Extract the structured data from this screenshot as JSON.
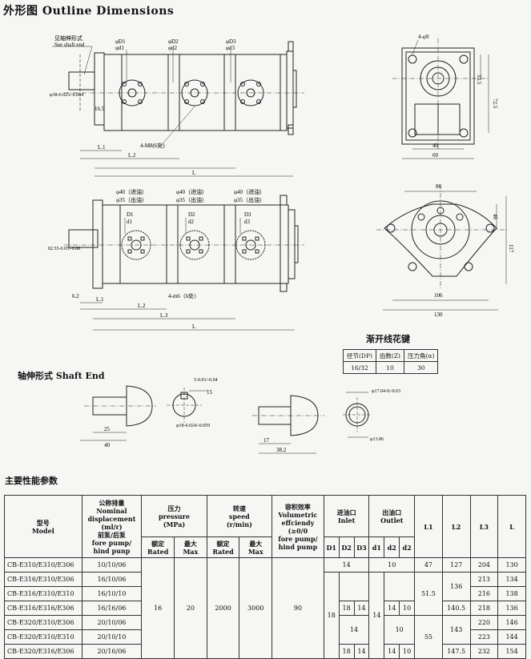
{
  "header": {
    "title": "外形图  Outline Dimensions"
  },
  "drawing1": {
    "see_shaft": [
      "见轴伸形式",
      "See shaft end"
    ],
    "phi_d": [
      "φD1",
      "φd1",
      "φD2",
      "φd2",
      "φD3",
      "φd3"
    ],
    "dims": [
      "φ38-0.025/-0.064",
      "16.5",
      "L1",
      "L2",
      "L",
      "4-M8(6处)"
    ],
    "l_labels": [
      "L.1",
      "L.2",
      "L"
    ]
  },
  "drawing2": {
    "phi": [
      "φ40（进油）",
      "φ35（出油）",
      "φ40（进油）",
      "φ35（出油）",
      "φ40（进油）",
      "φ35（出油）"
    ],
    "d_labels": [
      "D1",
      "d1",
      "D2",
      "d2",
      "D3",
      "d3"
    ],
    "dims": [
      "82.55-0.05/-0.08",
      "6.2",
      "L.1",
      "L.2",
      "L.3",
      "L",
      "4-m6（6处）"
    ]
  },
  "right_top": {
    "dims": [
      "4-φ9",
      "33.5",
      "72.5",
      "40",
      "60"
    ]
  },
  "right_mid": {
    "dims": [
      "86",
      "46",
      "117",
      "106",
      "130"
    ]
  },
  "spline": {
    "title": "渐开线花键",
    "headers": [
      "径节(DP)",
      "齿数(Z)",
      "压力角(α)"
    ],
    "values": [
      "16/32",
      "10",
      "30"
    ]
  },
  "shaft": {
    "title": "轴伸形式   Shaft End",
    "dims": [
      "25",
      "40",
      "5-0.01/-0.04",
      "15",
      "φ18-0.024/-0.059",
      "17",
      "38.2",
      "φ17.04-0/-0.03",
      "φ13.86"
    ]
  },
  "perf": {
    "title": "主要性能参数",
    "h_model": [
      "型号",
      "Model"
    ],
    "h_disp": [
      "公称排量",
      "Nominal",
      "displacement",
      "(ml/r)",
      "前泵/后泵",
      "fore pump/",
      "hind punp"
    ],
    "h_pressure": [
      "压力",
      "pressure",
      "(MPa)"
    ],
    "h_speed": [
      "转速",
      "speed",
      "(r/min)"
    ],
    "h_eff": [
      "容积效率",
      "Volumetric",
      "effciendy",
      "(≥0/0",
      "fore pump/",
      "hind pump"
    ],
    "h_inlet": [
      "进油口",
      "Inlet"
    ],
    "h_outlet": [
      "出油口",
      "Outlet"
    ],
    "h_rated": [
      "额定",
      "Rated"
    ],
    "h_max": [
      "最大",
      "Max"
    ],
    "sub_in": [
      "D1",
      "D2",
      "D3"
    ],
    "sub_out": [
      "d1",
      "d2",
      "d2"
    ],
    "h_L": [
      "L1",
      "L2",
      "L3",
      "L"
    ],
    "rows": [
      {
        "model": "CB-E310/E310/E306",
        "disp": "10/10/06",
        "L3": "204",
        "L": "130"
      },
      {
        "model": "CB-E316/E310/E306",
        "disp": "16/10/06",
        "L3": "213",
        "L": "134"
      },
      {
        "model": "CB-E316/E310/E310",
        "disp": "16/10/10",
        "L3": "216",
        "L": "138"
      },
      {
        "model": "CB-E316/E316/E306",
        "disp": "16/16/06",
        "L3": "218",
        "L": "136"
      },
      {
        "model": "CB-E320/E310/E306",
        "disp": "20/10/06",
        "L3": "220",
        "L": "146"
      },
      {
        "model": "CB-E320/E310/E310",
        "disp": "20/10/10",
        "L3": "223",
        "L": "144"
      },
      {
        "model": "CB-E320/E316/E306",
        "disp": "20/16/06",
        "L3": "232",
        "L": "154"
      }
    ],
    "shared": {
      "rated_p": "16",
      "max_p": "20",
      "rated_s": "2000",
      "max_s": "3000",
      "eff": "90",
      "D1": "18",
      "in_14a": "14",
      "in_18": "18",
      "in_14b": "14",
      "in_14c": "14",
      "d1": "14",
      "out_10a": "10",
      "out_14": "14",
      "out_10b": "10",
      "out_10c": "10",
      "out_14b": "14",
      "out_10d": "10",
      "L1a": "47",
      "L1b": "51.5",
      "L1c": "55",
      "L2a": "127",
      "L2b": "136",
      "L2c": "140.5",
      "L2d": "143",
      "L2e": "147.5"
    }
  }
}
